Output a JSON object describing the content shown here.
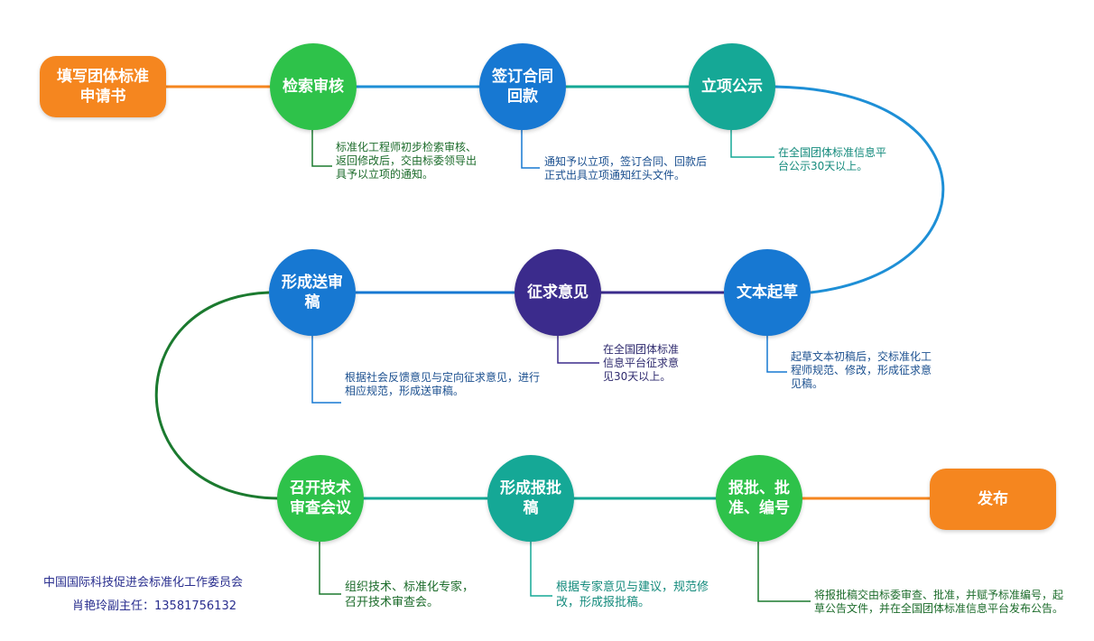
{
  "nodes": {
    "apply": "填写团体标准\n申请书",
    "search_review": "检索审核",
    "sign_contract": "签订合同\n回款",
    "project_notice": "立项公示",
    "draft_text": "文本起草",
    "solicit_opinion": "征求意见",
    "form_review_draft": "形成送审\n稿",
    "tech_review_meeting": "召开技术\n审查会议",
    "form_approval_draft": "形成报批\n稿",
    "approve_number": "报批、批\n准、编号",
    "publish": "发布"
  },
  "notes": {
    "search_review": "标准化工程师初步检索审核、\n返回修改后，交由标委领导出\n具予以立项的通知。",
    "sign_contract": "通知予以立项，签订合同、回款后\n正式出具立项通知红头文件。",
    "project_notice": "在全国团体标准信息平\n台公示30天以上。",
    "draft_text": "起草文本初稿后，交标准化工\n程师规范、修改，形成征求意\n见稿。",
    "solicit_opinion": "在全国团体标准\n信息平台征求意\n见30天以上。",
    "form_review_draft": "根据社会反馈意见与定向征求意见，进行\n相应规范，形成送审稿。",
    "tech_review_meeting": "组织技术、标准化专家，\n召开技术审查会。",
    "form_approval_draft": "根据专家意见与建议，规范修\n改，形成报批稿。",
    "approve_number": "将报批稿交由标委审查、批准，并赋予标准编号，起\n草公告文件，并在全国团体标准信息平台发布公告。"
  },
  "footer": {
    "org": "中国国际科技促进会标准化工作委员会",
    "contact": "肖艳玲副主任：13581756132"
  },
  "colors": {
    "orange": "#f5861f",
    "green": "#2ec24a",
    "blue": "#1778d2",
    "teal": "#15a896",
    "purple": "#3b2b8c",
    "dark_green": "#1b7a2f"
  }
}
